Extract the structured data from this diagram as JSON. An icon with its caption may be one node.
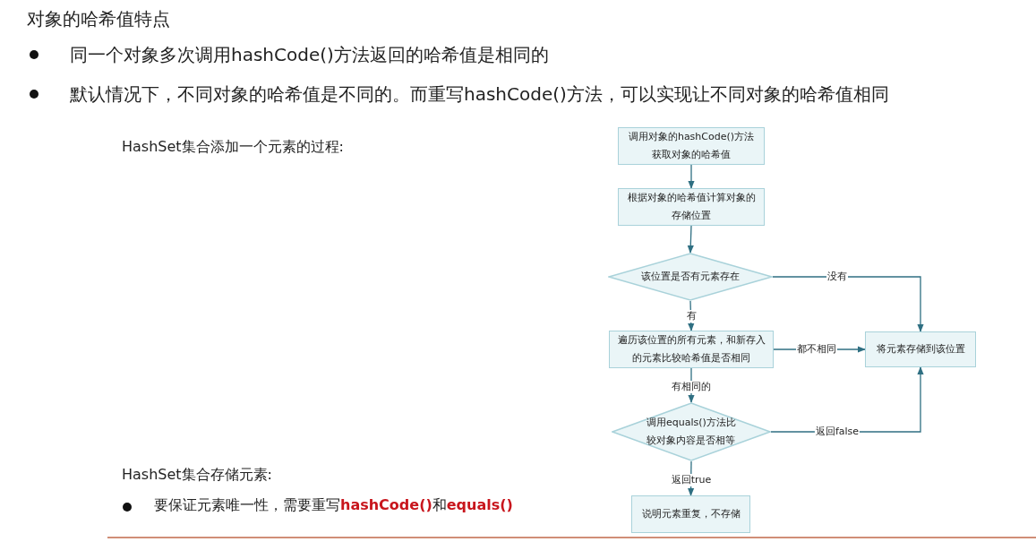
{
  "diagram": {
    "title": "对象的哈希值特点",
    "nodes": [
      {
        "text": [
          "调用对象的hashCode()方法获取对象的哈希值"
        ]
      },
      {
        "text": [
          "根据对象的哈希值计算对象的存储位置"
        ]
      },
      {
        "text": [
          "该位置是否有元素存在"
        ]
      },
      {
        "text": [
          "遍历该位置的所有元素，和新存入的元素比较哈希值是否相同"
        ]
      },
      {
        "text": [
          "将元素存储到该位置"
        ]
      },
      {
        "text": [
          "调用equals()方法比较对象内容是否相等"
        ]
      },
      {
        "text": [
          "说明元素重复，不存储"
        ]
      }
    ],
    "edges": [
      {
        "from": 0,
        "to": 1,
        "arrow": "to"
      },
      {
        "from": 1,
        "to": 2,
        "arrow": "to"
      },
      {
        "from": 2,
        "to": 4,
        "arrow": "to",
        "label": "没有"
      },
      {
        "from": 2,
        "to": 3,
        "arrow": "to",
        "label": "有"
      },
      {
        "from": 3,
        "to": 4,
        "arrow": "to",
        "label": "都不相同"
      },
      {
        "from": 3,
        "to": 5,
        "arrow": "to",
        "label": "有相同的"
      },
      {
        "from": 5,
        "to": 4,
        "arrow": "to",
        "label": "返回false"
      },
      {
        "from": 5,
        "to": 6,
        "arrow": "to",
        "label": "返回true"
      }
    ],
    "labels": [
      "同一个对象多次调用hashCode()方法返回的哈希值是相同的",
      "默认情况下，不同对象的哈希值是不同的。而重写hashCode()方法，可以实现让不同对象的哈希值相同",
      "HashSet集合添加一个元素的过程:",
      "HashSet集合存储元素:",
      "要保证元素唯一性，需要重写**hashCode()**和**equals()**"
    ]
  }
}
